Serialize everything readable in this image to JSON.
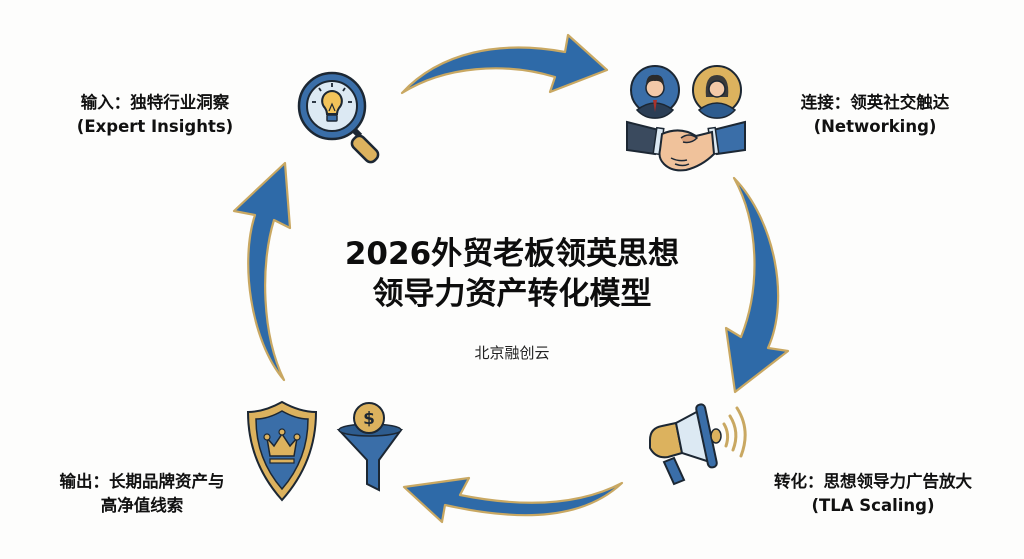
{
  "diagram": {
    "title_line1": "2026外贸老板领英思想",
    "title_line2": "领导力资产转化模型",
    "subtitle": "北京融创云",
    "type": "cycle",
    "colors": {
      "arrow_fill": "#2e6aa8",
      "arrow_outline": "#c9a862",
      "icon_blue": "#3a6ea8",
      "icon_gold": "#dcb25e",
      "icon_light": "#dce9f3",
      "outline": "#1c2733",
      "background": "#fdfdfc"
    },
    "stages": [
      {
        "position": "top-left",
        "label_line1": "输入：独特行业洞察",
        "label_line2": "(Expert Insights)",
        "icon": "magnifier-lightbulb-icon"
      },
      {
        "position": "top-right",
        "label_line1": "连接：领英社交触达",
        "label_line2": "(Networking)",
        "icon": "handshake-people-icon"
      },
      {
        "position": "bottom-right",
        "label_line1": "转化：思想领导力广告放大",
        "label_line2": "(TLA Scaling)",
        "icon": "megaphone-icon"
      },
      {
        "position": "bottom-left",
        "label_line1": "输出：长期品牌资产与",
        "label_line2": "高净值线索",
        "icon": "crown-shield-funnel-icon"
      }
    ],
    "arrows": [
      {
        "from": "top-left",
        "to": "top-right",
        "direction": "clockwise"
      },
      {
        "from": "top-right",
        "to": "bottom-right",
        "direction": "clockwise"
      },
      {
        "from": "bottom-right",
        "to": "bottom-left",
        "direction": "clockwise"
      },
      {
        "from": "bottom-left",
        "to": "top-left",
        "direction": "clockwise"
      }
    ]
  }
}
